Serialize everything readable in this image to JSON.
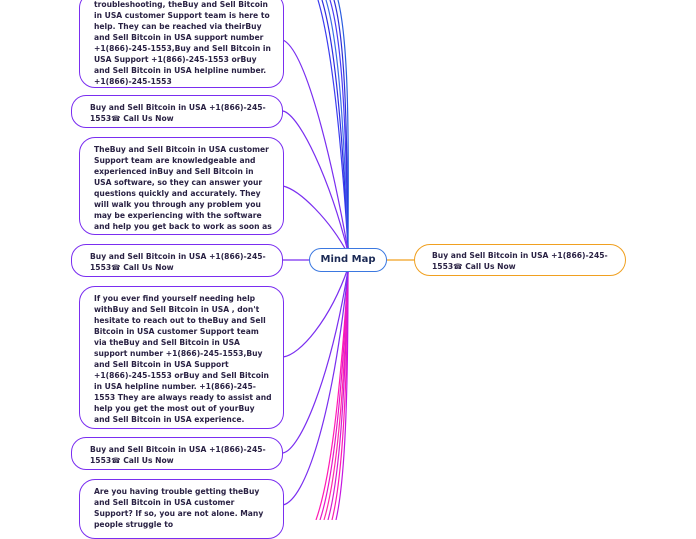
{
  "center": {
    "label": "Mind Map"
  },
  "right_branch": {
    "text": "Buy and Sell Bitcoin in USA +1(866)-245-1553☎ Call Us Now"
  },
  "left_branches": [
    {
      "text": "troubleshooting, theBuy and Sell Bitcoin in USA  customer  Support team is here to help. They can be reached via theirBuy and Sell Bitcoin in USA  support number +1(866)-245-1553,Buy and Sell Bitcoin in USA Support +1(866)-245-1553 orBuy and Sell Bitcoin in USA  helpline number. +1(866)-245-1553"
    },
    {
      "text": "Buy and Sell Bitcoin in USA +1(866)-245-1553☎ Call Us Now"
    },
    {
      "text": "TheBuy and Sell Bitcoin in USA  customer Support team are knowledgeable and experienced inBuy and Sell Bitcoin in USA software, so they can answer your questions quickly and accurately. They will walk you through any problem you may be experiencing with the software and help you get back to work as soon as possible."
    },
    {
      "text": "Buy and Sell Bitcoin in USA +1(866)-245-1553☎ Call Us Now"
    },
    {
      "text": "If you ever find yourself needing help withBuy and Sell Bitcoin in USA , don't hesitate to reach out to theBuy and Sell Bitcoin in USA  customer  Support team via theBuy and Sell Bitcoin in USA  support number +1(866)-245-1553,Buy and Sell Bitcoin in USA Support +1(866)-245-1553 orBuy and Sell Bitcoin in USA  helpline number. +1(866)-245-1553 They are always ready to assist and help you get the most out of yourBuy and Sell Bitcoin in USA experience."
    },
    {
      "text": "Buy and Sell Bitcoin in USA +1(866)-245-1553☎ Call Us Now"
    },
    {
      "text": "Are you having trouble getting theBuy and Sell Bitcoin in USA customer Support? If so, you are not alone. Many people struggle to"
    }
  ],
  "colors": {
    "left_border": "#7a2ef0",
    "center_border": "#3b78e0",
    "right_border": "#f0a020",
    "pink_lines": "#ff1ab3"
  }
}
